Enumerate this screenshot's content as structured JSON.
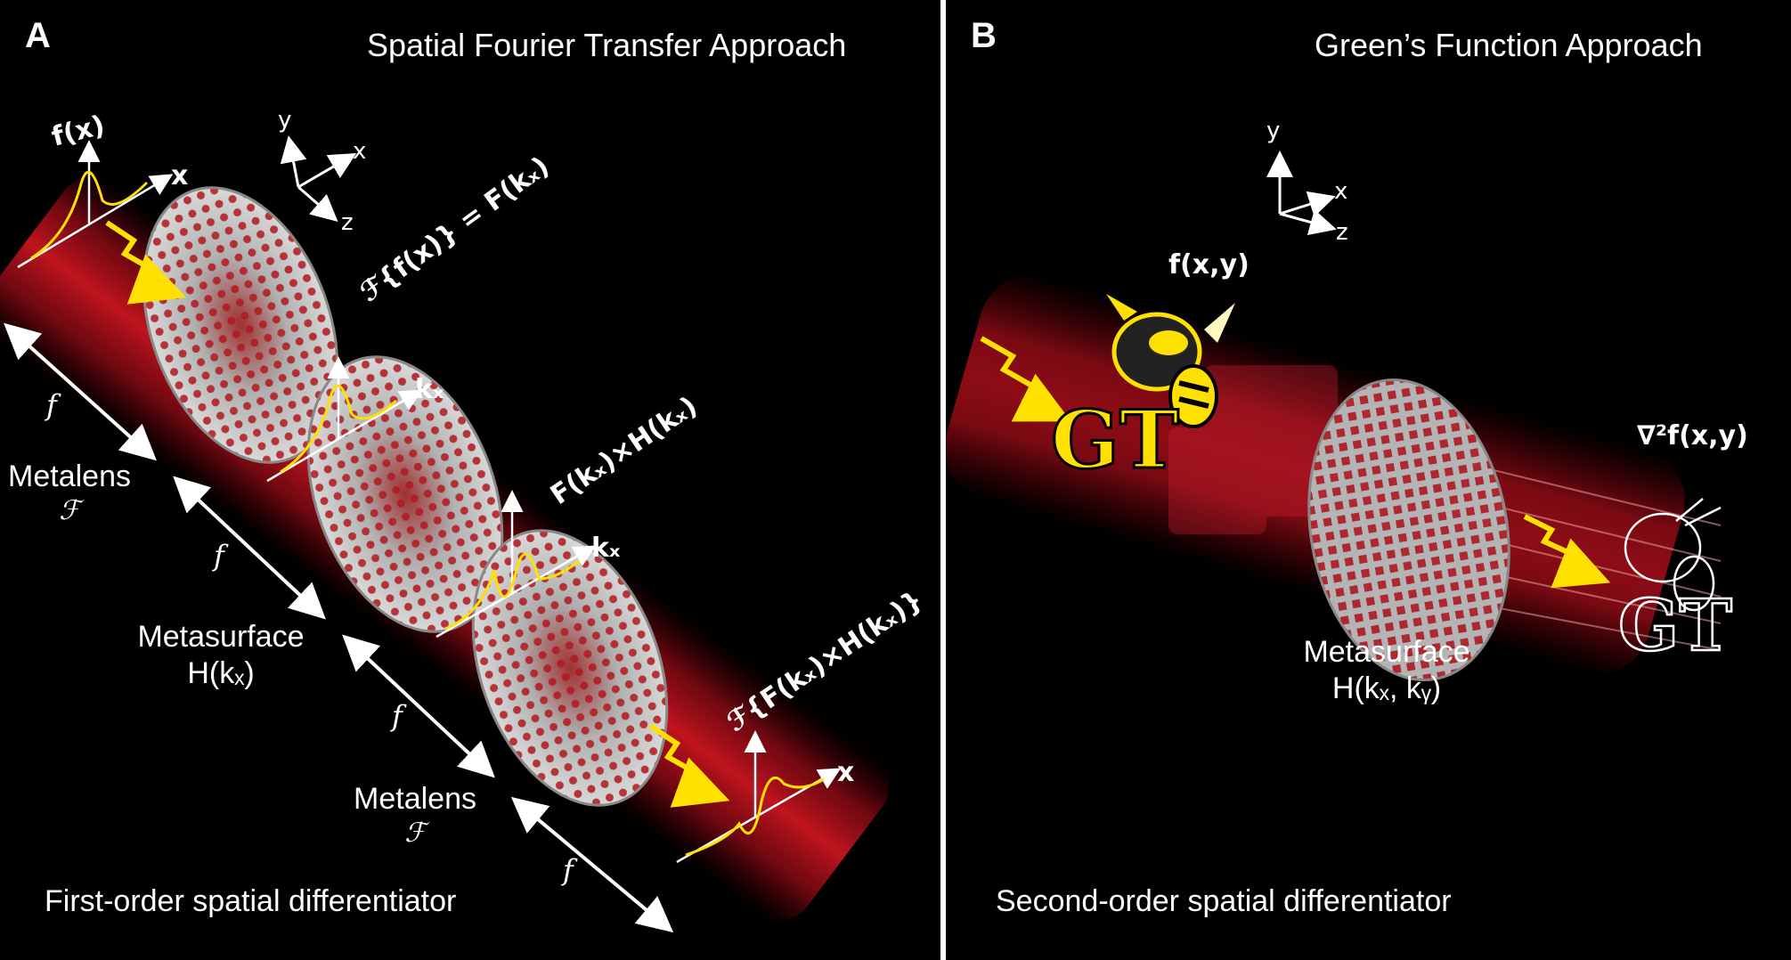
{
  "panel_a": {
    "letter": "A",
    "title": "Spatial Fourier Transfer Approach",
    "caption": "First-order spatial differentiator",
    "components": [
      {
        "name": "Metalens",
        "symbol": "ℱ"
      },
      {
        "name": "Metasurface",
        "symbol": "H(kₓ)"
      },
      {
        "name": "Metalens",
        "symbol": "ℱ"
      }
    ],
    "focal_label": "f",
    "equations": {
      "input": "f(x)",
      "fourier": "ℱ{f(x)} = F(kₓ)",
      "product": "F(kₓ)×H(kₓ)",
      "output": "ℱ{F(kₓ)×H(kₓ)}"
    },
    "axis_labels": {
      "x": "x",
      "kx": "kₓ",
      "y": "y",
      "z": "z"
    }
  },
  "panel_b": {
    "letter": "B",
    "title": "Green’s Function Approach",
    "caption": "Second-order spatial differentiator",
    "component": {
      "name": "Metasurface",
      "symbol": "H(kₓ, kᵧ)"
    },
    "input_label": "f(x,y)",
    "output_label": "∇²f(x,y)",
    "logo_text": "GT",
    "axis_labels": {
      "x": "x",
      "y": "y",
      "z": "z"
    }
  },
  "colors": {
    "background": "#000000",
    "beam": "#a0101a",
    "signal": "#ffe000",
    "disc": "#c8c8c8",
    "hole": "#b01820"
  }
}
